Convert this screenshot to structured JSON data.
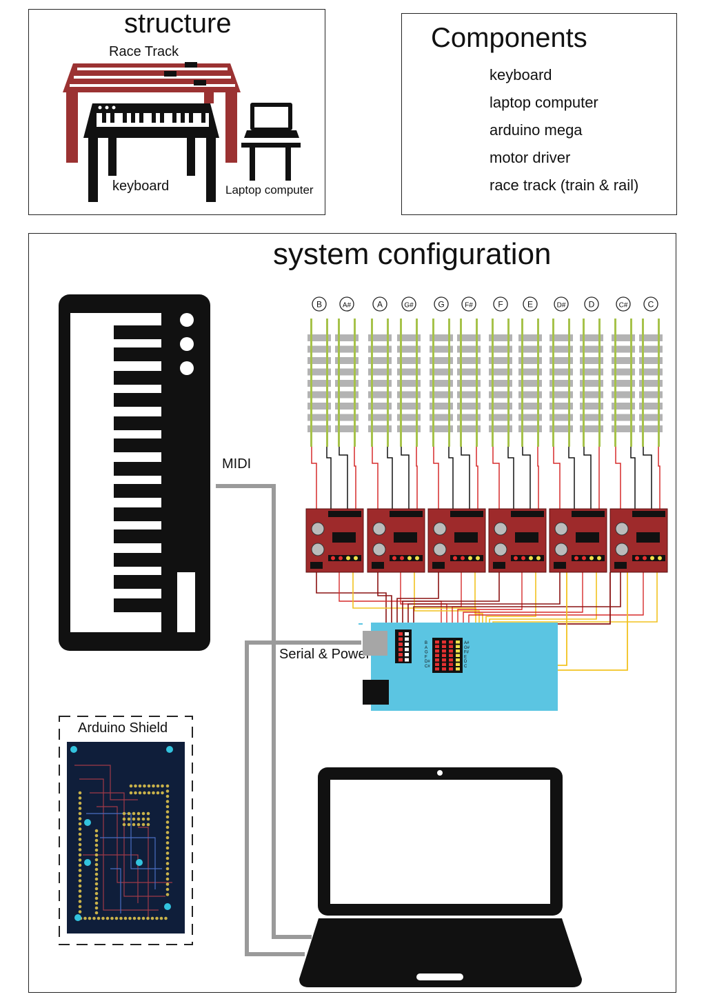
{
  "structure": {
    "title": "structure",
    "race_track_label": "Race Track",
    "keyboard_label": "keyboard",
    "laptop_label": "Laptop computer"
  },
  "components": {
    "title": "Components",
    "items": [
      "keyboard",
      "laptop computer",
      "arduino mega",
      "motor driver",
      "race track (train & rail)"
    ]
  },
  "system": {
    "title": "system configuration",
    "notes": [
      "B",
      "A#",
      "A",
      "G#",
      "G",
      "F#",
      "F",
      "E",
      "D#",
      "D",
      "C#",
      "C"
    ],
    "midi_label": "MIDI",
    "serial_label": "Serial & Power",
    "shield_label": "Arduino Shield",
    "pin_labels_left": [
      "B",
      "A",
      "G",
      "F",
      "D#",
      "C#"
    ],
    "pin_labels_right": [
      "A#",
      "G#",
      "F#",
      "E",
      "D",
      "C"
    ]
  },
  "colors": {
    "track_red": "#9b3232",
    "driver_red": "#9e2a2b",
    "arduino_blue": "#5bc5e2",
    "rail_green": "#a6c24a",
    "tie_gray": "#b3b3b3",
    "cable_gray": "#9a9a9a",
    "shield_navy": "#0f1e3a"
  }
}
